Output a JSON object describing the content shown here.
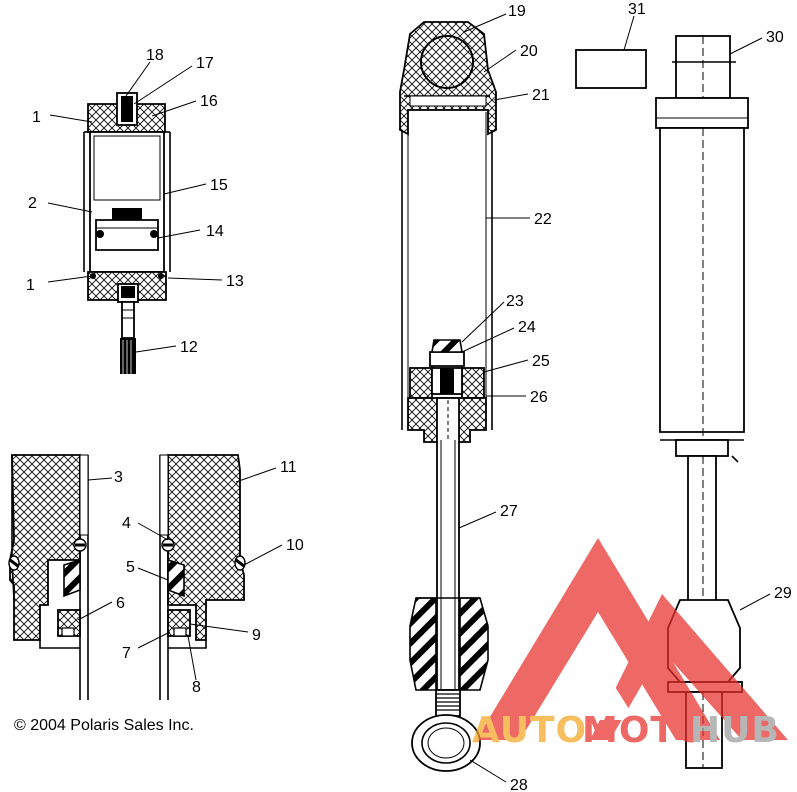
{
  "copyright": "© 2004 Polaris Sales Inc.",
  "callouts": [
    "1",
    "2",
    "1",
    "3",
    "4",
    "5",
    "6",
    "7",
    "8",
    "9",
    "10",
    "11",
    "12",
    "13",
    "14",
    "15",
    "16",
    "17",
    "18",
    "19",
    "20",
    "21",
    "22",
    "23",
    "24",
    "25",
    "26",
    "27",
    "28",
    "29",
    "30",
    "31"
  ],
  "watermark": {
    "text_a": "AUTO",
    "text_b": "MOTO",
    "text_c": "HUB",
    "color_logo": "#e8302a",
    "color_a": "#f5a623",
    "color_b": "#e8302a",
    "color_c": "#9b9b9b"
  }
}
